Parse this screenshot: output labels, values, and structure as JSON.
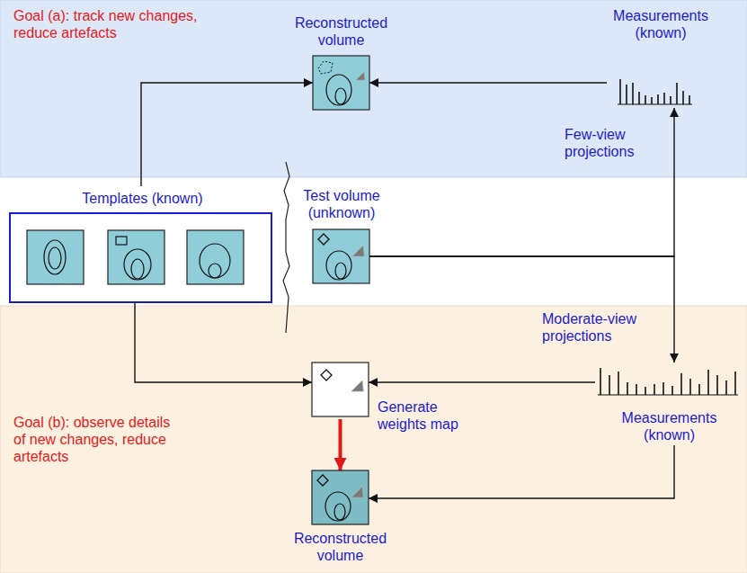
{
  "diagram": {
    "nodes": [
      {
        "text": [
          "Goal (a): track new changes, reduce artefacts"
        ]
      },
      {
        "text": [
          "Reconstructed volume"
        ],
        "in": 0
      },
      {
        "text": [
          "Measurements (known)"
        ],
        "in": 0
      },
      {
        "text": [
          "Templates (known)"
        ]
      },
      {
        "text": [
          "Test volume (unknown)"
        ]
      },
      {
        "text": [
          "Goal (b): observe details of new changes, reduce artefacts"
        ]
      },
      {
        "text": [
          "Generate weights map"
        ],
        "in": 5
      },
      {
        "text": [
          "Measurements (known)"
        ],
        "in": 5
      },
      {
        "text": [
          "Reconstructed volume"
        ],
        "in": 5
      }
    ],
    "edges": [
      {
        "from": 3,
        "to": 1,
        "arrow": "to"
      },
      {
        "from": 2,
        "to": 1,
        "arrow": "to"
      },
      {
        "from": 4,
        "to": 2,
        "arrow": "to",
        "label": "Few-view projections"
      },
      {
        "from": 4,
        "to": 7,
        "arrow": "to",
        "label": "Moderate-view projections"
      },
      {
        "from": 3,
        "to": 6,
        "arrow": "to"
      },
      {
        "from": 7,
        "to": 6,
        "arrow": "to"
      },
      {
        "from": 6,
        "to": 8,
        "arrow": "to"
      },
      {
        "from": 7,
        "to": 8,
        "arrow": "to"
      }
    ]
  }
}
